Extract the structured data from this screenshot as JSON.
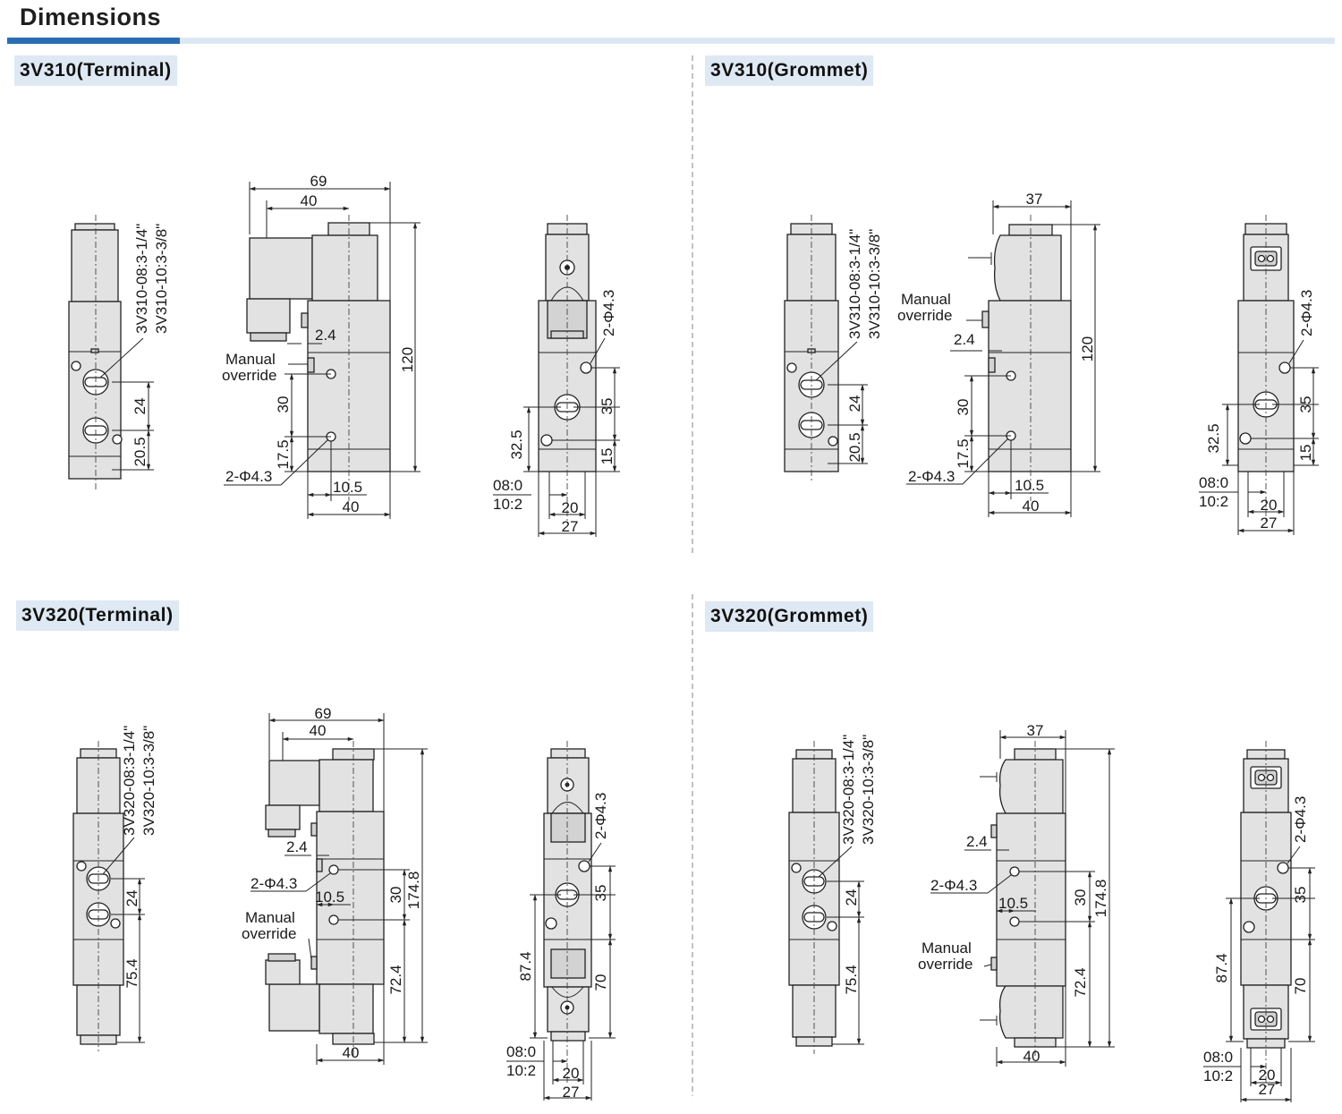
{
  "title": "Dimensions",
  "sections": [
    {
      "label": "3V310(Terminal)"
    },
    {
      "label": "3V310(Grommet)"
    },
    {
      "label": "3V320(Terminal)"
    },
    {
      "label": "3V320(Grommet)"
    }
  ],
  "colors": {
    "accent": "#2a6db2",
    "header_band": "#dbe8f4",
    "label_bg": "#dfe9f3",
    "body_fill": "#e2e2e2"
  },
  "models": {
    "v310_1_4": "3V310-08:3-1/4\"",
    "v310_3_8": "3V310-10:3-3/8\"",
    "v320_1_4": "3V320-08:3-1/4\"",
    "v320_3_8": "3V320-10:3-3/8\""
  },
  "labels": {
    "manual": "Manual",
    "override": "override",
    "hole": "2-Φ4.3",
    "port08": "08:0",
    "port10": "10:2"
  },
  "dims": {
    "d69": "69",
    "d40": "40",
    "d37": "37",
    "d120": "120",
    "d2_4": "2.4",
    "d30": "30",
    "d17_5": "17.5",
    "d10_5": "10.5",
    "d24": "24",
    "d20_5": "20.5",
    "d35": "35",
    "d32_5": "32.5",
    "d15": "15",
    "d20": "20",
    "d27": "27",
    "d174_8": "174.8",
    "d72_4": "72.4",
    "d75_4": "75.4",
    "d87_4": "87.4",
    "d70": "70"
  }
}
